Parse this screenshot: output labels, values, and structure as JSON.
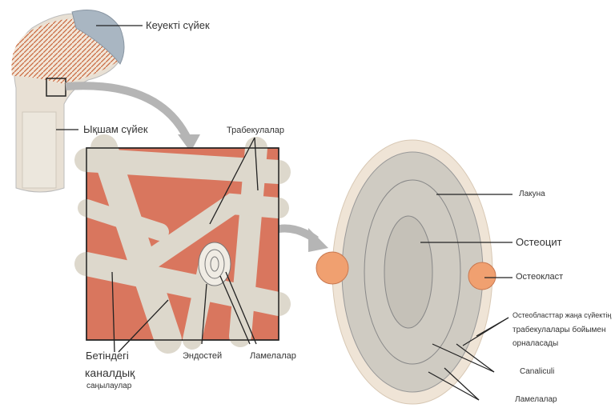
{
  "labels": {
    "spongy_bone": "Кеуекті сүйек",
    "compact_bone": "Ықшам сүйек",
    "trabeculae": "Трабекулалар",
    "surface_canals_1": "Бетіндегі",
    "surface_canals_2": "каналдық",
    "surface_canals_3": "саңылаулар",
    "endosteum": "Эндостей",
    "lamellae_center": "Ламелалар",
    "lacuna": "Лакуна",
    "osteocyte": "Остеоцит",
    "osteoclast": "Остеокласт",
    "osteoblasts_1": "Остеобласттар жаңа сүйектің",
    "osteoblasts_2": "трабекулалары бойымен",
    "osteoblasts_3": "орналасады",
    "canaliculi": "Canaliculi",
    "lamellae_right": "Ламелалар"
  },
  "colors": {
    "marrow": "#d9765e",
    "bone": "#ddd8cc",
    "cartilage": "#a9b6c2",
    "osteoclast": "#f0a070"
  }
}
